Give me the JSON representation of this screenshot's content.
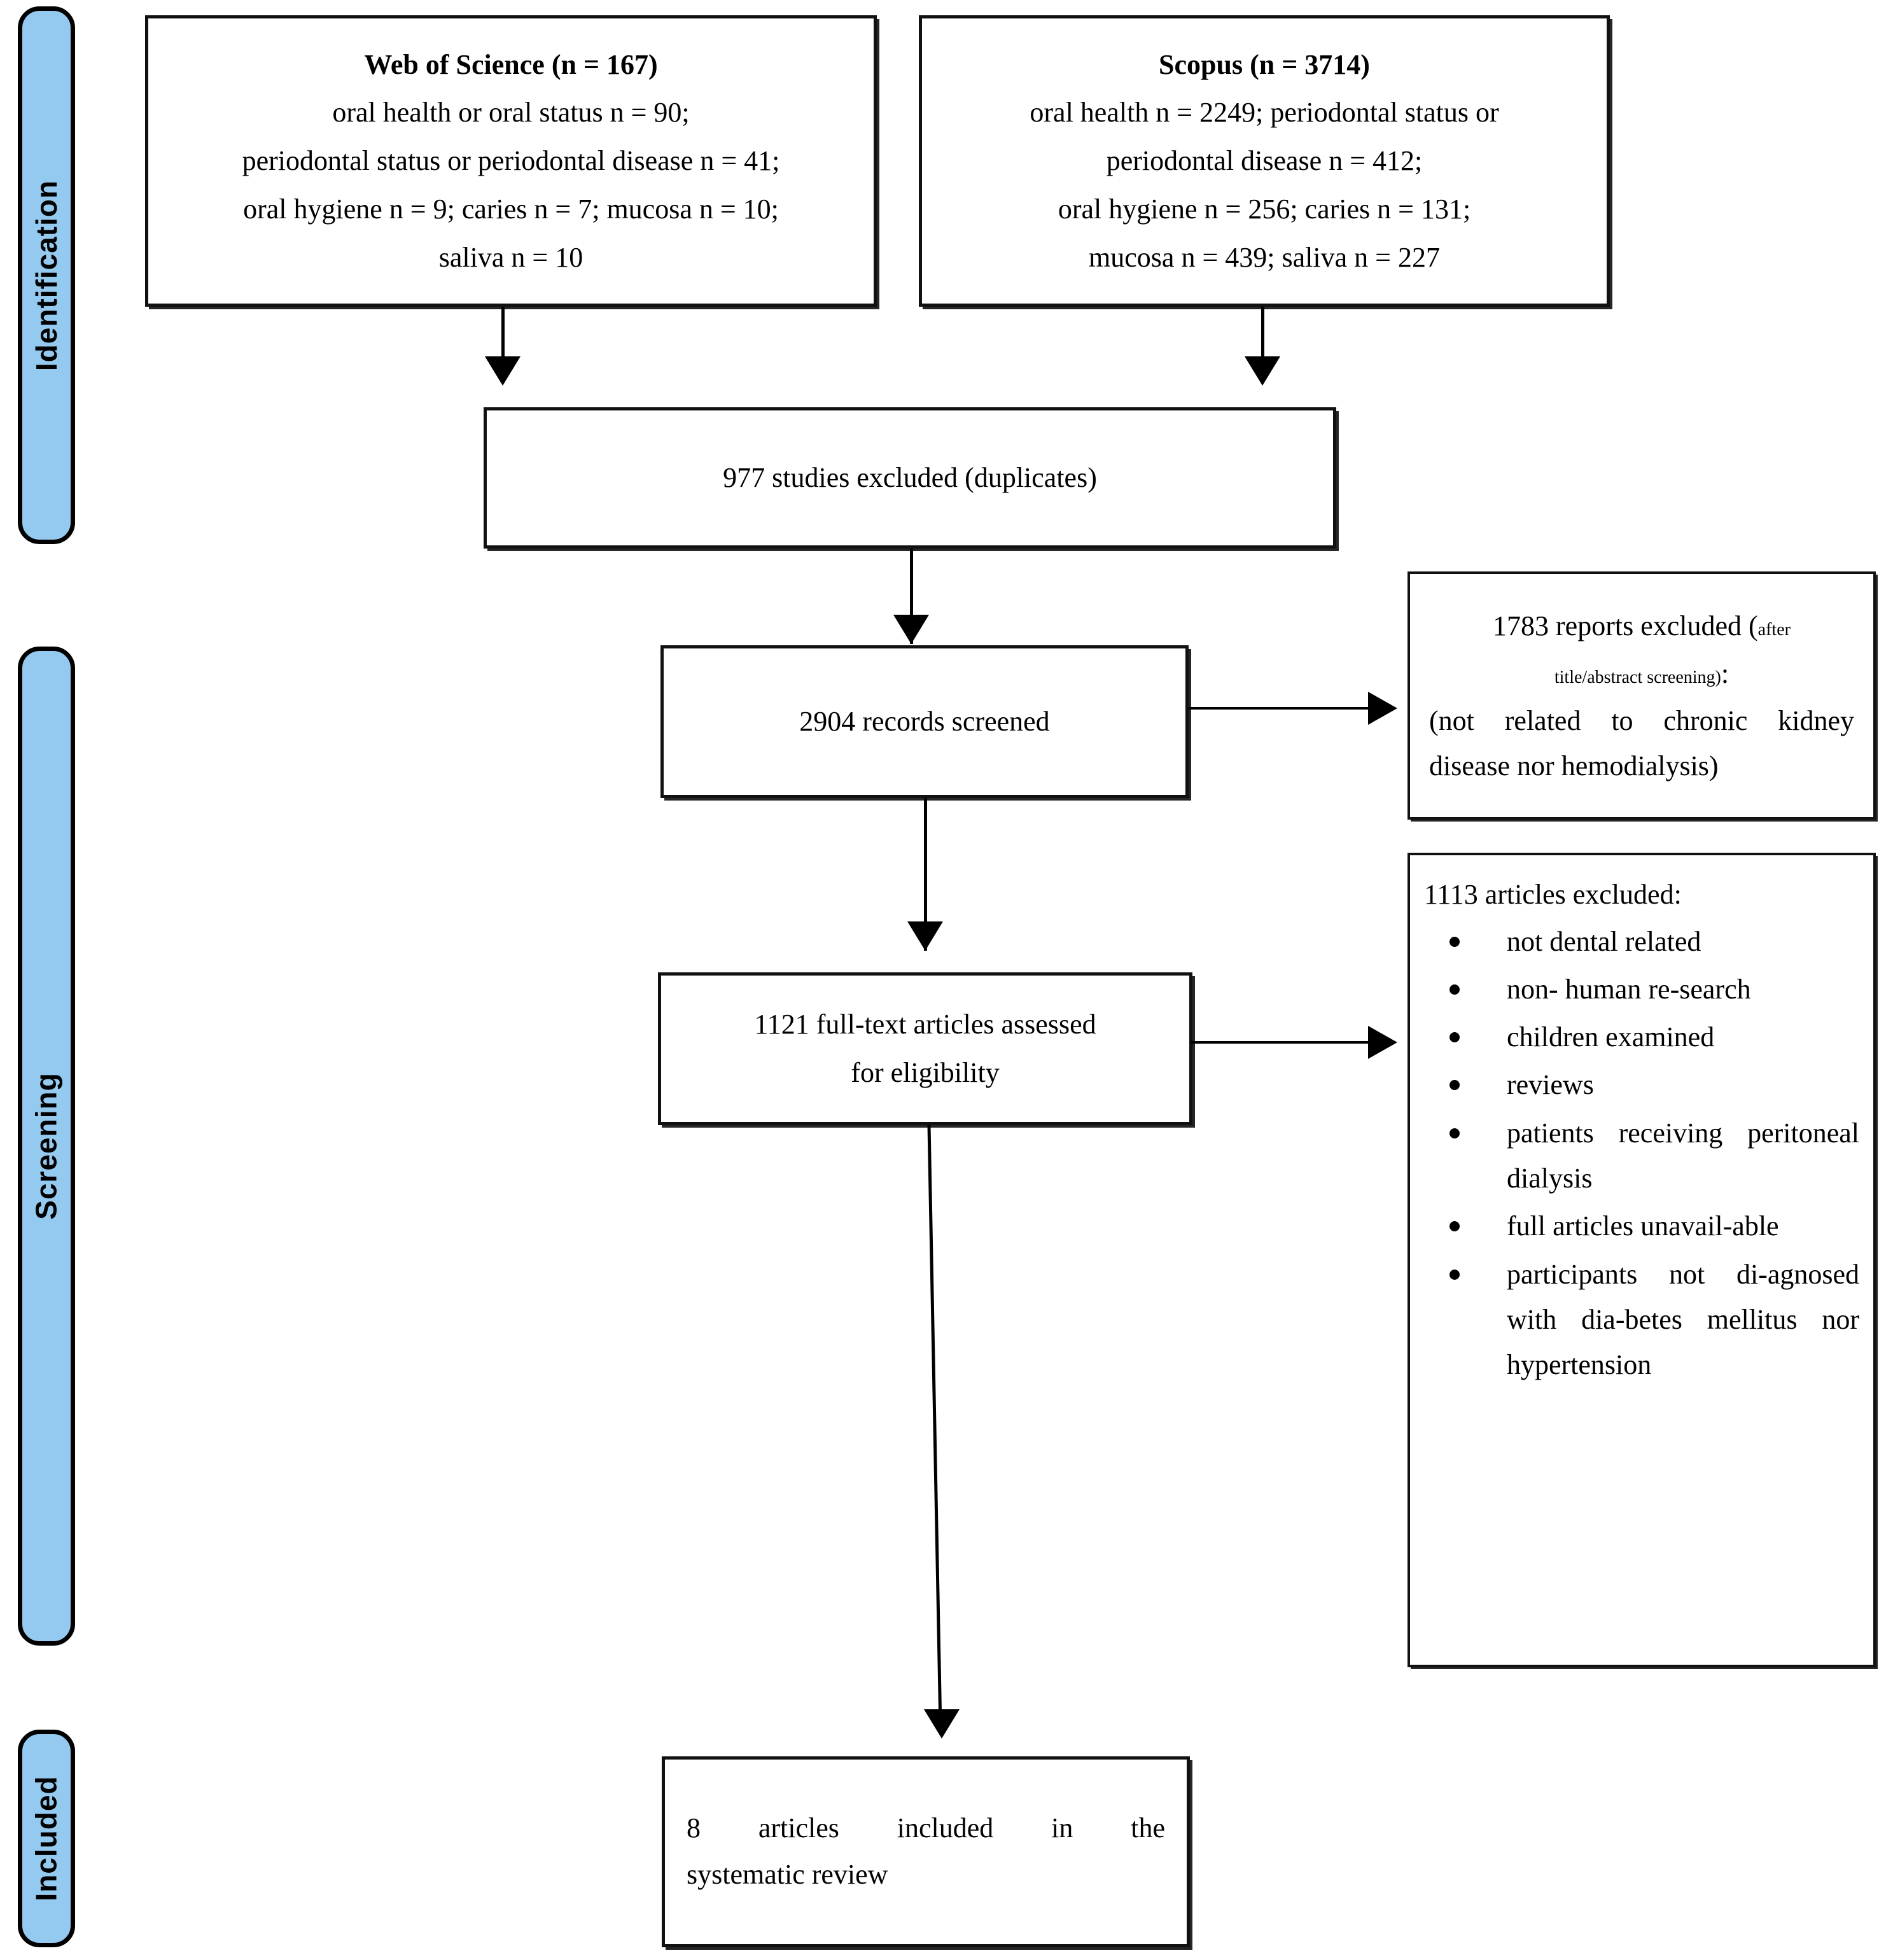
{
  "diagram": {
    "type": "prisma-flow-diagram",
    "stages": [
      {
        "id": "identification",
        "label": "Identification"
      },
      {
        "id": "screening",
        "label": "Screening"
      },
      {
        "id": "included",
        "label": "Included"
      }
    ],
    "sources": [
      {
        "id": "web-of-science",
        "title": "Web of Science (n = 167)",
        "lines": [
          "oral health or oral status n = 90;",
          "periodontal status or periodontal disease n = 41;",
          "oral hygiene n = 9; caries n = 7; mucosa n = 10;",
          "saliva n = 10"
        ]
      },
      {
        "id": "scopus",
        "title": "Scopus (n = 3714)",
        "lines": [
          "oral health n = 2249; periodontal status or",
          "periodontal disease n = 412;",
          "oral hygiene n = 256; caries n = 131;",
          "mucosa n = 439; saliva n = 227"
        ]
      }
    ],
    "duplicates_box": {
      "id": "duplicates-excluded",
      "text": "977 studies excluded (duplicates)"
    },
    "screened_box": {
      "id": "records-screened",
      "text": "2904 records screened"
    },
    "reports_excluded_box": {
      "id": "reports-excluded",
      "header_main": "1783 reports  excluded  (",
      "header_small": "after",
      "subline_small": "title/abstract screening)",
      "subline_colon": ":",
      "line_1": "(not related to chronic kidney",
      "line_2": "disease   nor hemodialysis)"
    },
    "fulltext_box": {
      "id": "fulltext-assessed",
      "line_1": "1121 full-text articles assessed",
      "line_2": "for eligibility"
    },
    "articles_excluded_box": {
      "id": "articles-excluded",
      "header": "1113 articles excluded:",
      "reasons": [
        "not dental related",
        "non- human re-search",
        "children examined",
        "reviews",
        "patients receiving peritoneal dialysis",
        "full articles unavail-able",
        "participants not di-agnosed with dia-betes mellitus nor hypertension"
      ]
    },
    "included_box": {
      "id": "articles-included",
      "line_1": "8   articles     included   in   the",
      "line_2": "systematic review"
    },
    "colors": {
      "stage_bar_fill": "#95CAF0",
      "stroke": "#000000",
      "box_fill": "#FFFFFF"
    }
  }
}
